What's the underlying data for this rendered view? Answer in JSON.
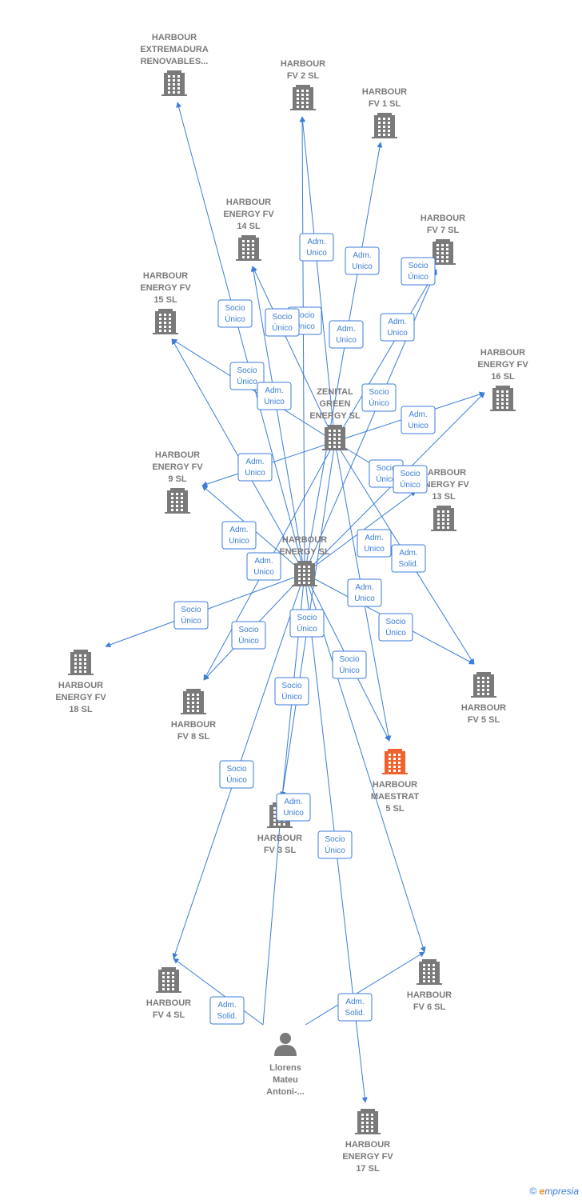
{
  "diagram": {
    "nodes": [
      {
        "id": "extremadura",
        "kind": "company",
        "label": [
          "HARBOUR",
          "EXTREMADURA",
          "RENOVABLES..."
        ],
        "color": "#7a7a7a"
      },
      {
        "id": "fv2",
        "kind": "company",
        "label": [
          "HARBOUR",
          "FV 2  SL"
        ],
        "color": "#7a7a7a"
      },
      {
        "id": "fv1",
        "kind": "company",
        "label": [
          "HARBOUR",
          "FV 1  SL"
        ],
        "color": "#7a7a7a"
      },
      {
        "id": "fv14",
        "kind": "company",
        "label": [
          "HARBOUR",
          "ENERGY FV",
          "14  SL"
        ],
        "color": "#7a7a7a"
      },
      {
        "id": "fv7",
        "kind": "company",
        "label": [
          "HARBOUR",
          "FV 7  SL"
        ],
        "color": "#7a7a7a"
      },
      {
        "id": "fv15",
        "kind": "company",
        "label": [
          "HARBOUR",
          "ENERGY FV",
          "15  SL"
        ],
        "color": "#7a7a7a"
      },
      {
        "id": "fv16",
        "kind": "company",
        "label": [
          "HARBOUR",
          "ENERGY FV",
          "16  SL"
        ],
        "color": "#7a7a7a"
      },
      {
        "id": "zenital",
        "kind": "company",
        "label": [
          "ZENITAL",
          "GREEN",
          "ENERGY  SL"
        ],
        "color": "#7a7a7a"
      },
      {
        "id": "fv9",
        "kind": "company",
        "label": [
          "HARBOUR",
          "ENERGY FV",
          "9  SL"
        ],
        "color": "#7a7a7a"
      },
      {
        "id": "fv13",
        "kind": "company",
        "label": [
          "HARBOUR",
          "ENERGY FV",
          "13  SL"
        ],
        "color": "#7a7a7a"
      },
      {
        "id": "energy",
        "kind": "company",
        "label": [
          "HARBOUR",
          "ENERGY  SL"
        ],
        "color": "#7a7a7a"
      },
      {
        "id": "fv18",
        "kind": "company",
        "label": [
          "HARBOUR",
          "ENERGY FV",
          "18  SL"
        ],
        "color": "#7a7a7a"
      },
      {
        "id": "fv8",
        "kind": "company",
        "label": [
          "HARBOUR",
          "FV 8  SL"
        ],
        "color": "#7a7a7a"
      },
      {
        "id": "fv5",
        "kind": "company",
        "label": [
          "HARBOUR",
          "FV 5  SL"
        ],
        "color": "#7a7a7a"
      },
      {
        "id": "maestrat",
        "kind": "company",
        "label": [
          "HARBOUR",
          "MAESTRAT",
          "5  SL"
        ],
        "color": "#f0612c"
      },
      {
        "id": "fv3",
        "kind": "company",
        "label": [
          "HARBOUR",
          "FV 3  SL"
        ],
        "color": "#7a7a7a"
      },
      {
        "id": "fv4",
        "kind": "company",
        "label": [
          "HARBOUR",
          "FV 4  SL"
        ],
        "color": "#7a7a7a"
      },
      {
        "id": "fv6",
        "kind": "company",
        "label": [
          "HARBOUR",
          "FV 6  SL"
        ],
        "color": "#7a7a7a"
      },
      {
        "id": "llorens",
        "kind": "person",
        "label": [
          "Llorens",
          "Mateu",
          "Antoni-..."
        ],
        "color": "#7a7a7a"
      },
      {
        "id": "fv17",
        "kind": "company",
        "label": [
          "HARBOUR",
          "ENERGY FV",
          "17  SL"
        ],
        "color": "#7a7a7a"
      }
    ],
    "edges": [
      {
        "from": "energy",
        "to": "extremadura",
        "label": [
          "Socio",
          "Único"
        ]
      },
      {
        "from": "energy",
        "to": "fv2",
        "label": [
          "Adm.",
          "Unico"
        ]
      },
      {
        "from": "zenital",
        "to": "fv2",
        "label": [
          "Socio",
          "Único"
        ]
      },
      {
        "from": "energy",
        "to": "fv1",
        "label": [
          "Adm.",
          "Unico"
        ]
      },
      {
        "from": "energy",
        "to": "fv14",
        "label": [
          "Socio",
          "Único"
        ]
      },
      {
        "from": "zenital",
        "to": "fv14",
        "label": [
          "Adm.",
          "Unico"
        ]
      },
      {
        "from": "energy",
        "to": "fv7",
        "label": [
          "Socio",
          "Único"
        ]
      },
      {
        "from": "zenital",
        "to": "fv7",
        "label": [
          "Adm.",
          "Unico"
        ]
      },
      {
        "from": "energy",
        "to": "fv15",
        "label": [
          "Socio",
          "Único"
        ]
      },
      {
        "from": "zenital",
        "to": "fv15",
        "label": [
          "Adm.",
          "Unico"
        ]
      },
      {
        "from": "zenital",
        "to": "fv16",
        "label": [
          "Adm.",
          "Unico"
        ]
      },
      {
        "from": "energy",
        "to": "fv16",
        "label": [
          "Socio",
          "Único"
        ]
      },
      {
        "from": "zenital",
        "to": "fv9",
        "label": [
          "Adm.",
          "Unico"
        ]
      },
      {
        "from": "energy",
        "to": "fv9",
        "label": [
          "Socio",
          "Único"
        ]
      },
      {
        "from": "zenital",
        "to": "fv13",
        "label": [
          "Adm.",
          "Unico"
        ]
      },
      {
        "from": "energy",
        "to": "fv13",
        "label": [
          "Socio",
          "Único"
        ]
      },
      {
        "from": "energy",
        "to": "fv18",
        "label": [
          "Socio",
          "Único"
        ]
      },
      {
        "from": "energy",
        "to": "fv8",
        "label": [
          "Socio",
          "Único"
        ]
      },
      {
        "from": "zenital",
        "to": "fv8",
        "label": [
          "Adm.",
          "Unico"
        ]
      },
      {
        "from": "energy",
        "to": "fv5",
        "label": [
          "Socio",
          "Único"
        ]
      },
      {
        "from": "zenital",
        "to": "fv5",
        "label": [
          "Adm.",
          "Solid."
        ]
      },
      {
        "from": "energy",
        "to": "maestrat",
        "label": [
          "Socio",
          "Único"
        ]
      },
      {
        "from": "zenital",
        "to": "maestrat",
        "label": [
          "Adm.",
          "Unico"
        ]
      },
      {
        "from": "energy",
        "to": "fv3",
        "label": [
          "Socio",
          "Único"
        ]
      },
      {
        "from": "zenital",
        "to": "fv3",
        "label": [
          "Adm.",
          "Unico"
        ]
      },
      {
        "from": "llorens",
        "to": "fv3",
        "label": [
          "Adm.",
          "Unico"
        ]
      },
      {
        "from": "energy",
        "to": "fv4",
        "label": [
          "Socio",
          "Único"
        ]
      },
      {
        "from": "llorens",
        "to": "fv4",
        "label": [
          "Adm.",
          "Solid."
        ]
      },
      {
        "from": "energy",
        "to": "fv6",
        "label": [
          "Socio",
          "Único"
        ]
      },
      {
        "from": "llorens",
        "to": "fv6",
        "label": [
          "Adm.",
          "Solid."
        ]
      },
      {
        "from": "energy",
        "to": "fv17",
        "label": [
          "Socio",
          "Único"
        ]
      }
    ]
  },
  "footer": {
    "copyright": "©",
    "brand_initial": "e",
    "brand_rest": "mpresia"
  }
}
